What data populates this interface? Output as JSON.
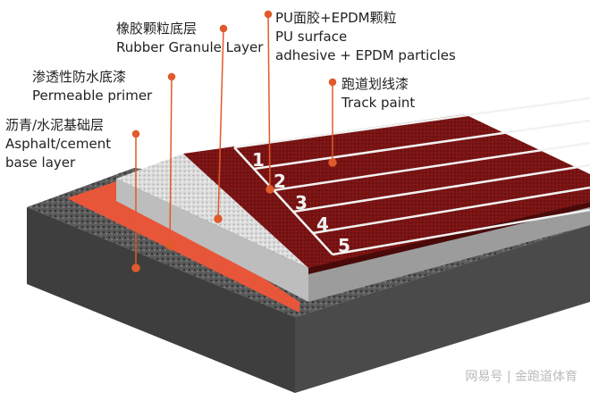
{
  "labels": {
    "rubber": {
      "zh": "橡胶颗粒底层",
      "en": "Rubber Granule Layer"
    },
    "primer": {
      "zh": "渗透性防水底漆",
      "en": "Permeable primer"
    },
    "base": {
      "zh": "沥青/水泥基础层",
      "en1": "Asphalt/cement",
      "en2": "base layer"
    },
    "pu": {
      "zh": "PU面胶+EPDM颗粒",
      "en1": "PU surface",
      "en2": "adhesive + EPDM particles"
    },
    "paint": {
      "zh": "跑道划线漆",
      "en": "Track paint"
    }
  },
  "lane_numbers": [
    "1",
    "2",
    "3",
    "4",
    "5"
  ],
  "watermark": "网易号 | 金跑道体育",
  "colors": {
    "track": "#7a1414",
    "primer": "#e8563a",
    "rubber": "#d9d9d9",
    "asphalt": "#555555",
    "marker": "#e05a2a"
  }
}
